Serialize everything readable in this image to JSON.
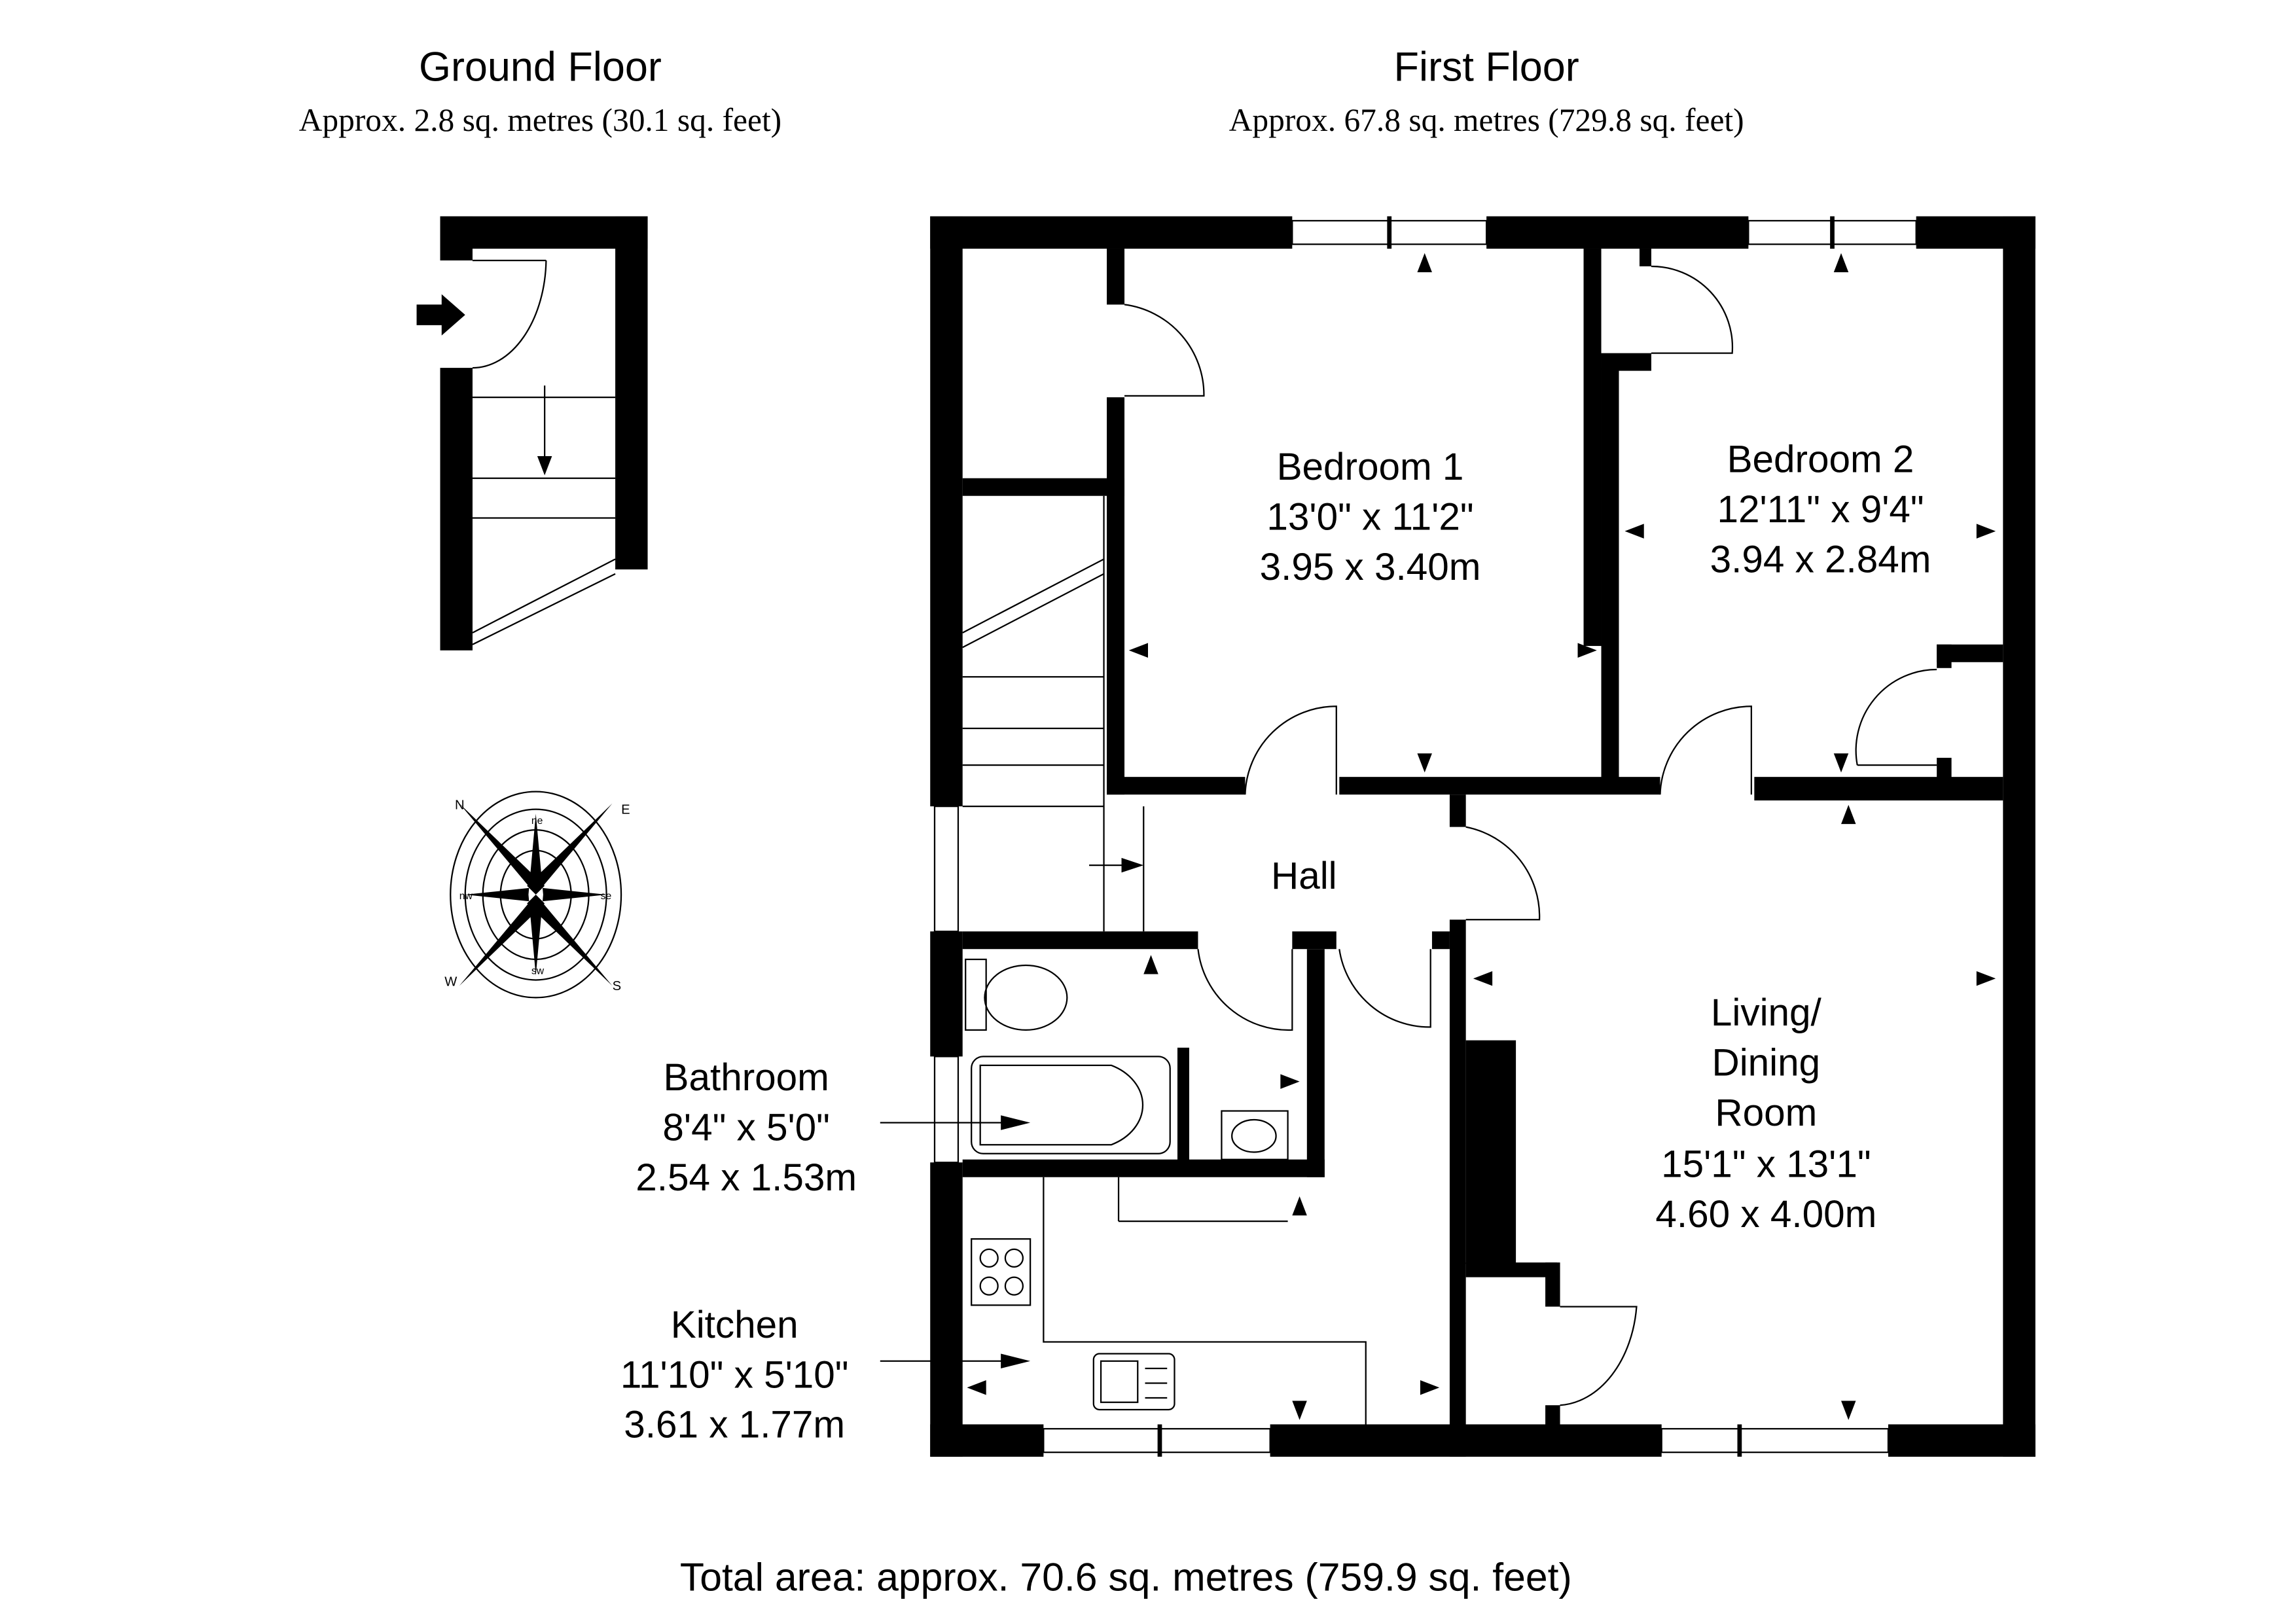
{
  "ground_floor": {
    "title": "Ground Floor",
    "area": "Approx. 2.8 sq. metres (30.1 sq. feet)"
  },
  "first_floor": {
    "title": "First Floor",
    "area": "Approx. 67.8 sq. metres (729.8 sq. feet)"
  },
  "rooms": {
    "bedroom1": {
      "name": "Bedroom 1",
      "imperial": "13'0\" x 11'2\"",
      "metric": "3.95 x 3.40m"
    },
    "bedroom2": {
      "name": "Bedroom 2",
      "imperial": "12'11\" x 9'4\"",
      "metric": "3.94 x 2.84m"
    },
    "hall": {
      "name": "Hall"
    },
    "living": {
      "name_lines": [
        "Living/",
        "Dining",
        "Room"
      ],
      "imperial": "15'1\" x 13'1\"",
      "metric": "4.60 x 4.00m"
    },
    "bathroom": {
      "name": "Bathroom",
      "imperial": "8'4\" x 5'0\"",
      "metric": "2.54 x 1.53m"
    },
    "kitchen": {
      "name": "Kitchen",
      "imperial": "11'10\" x 5'10\"",
      "metric": "3.61 x 1.77m"
    }
  },
  "compass": {
    "labels": [
      "N",
      "E",
      "S",
      "W",
      "ne",
      "se",
      "sw",
      "nw"
    ]
  },
  "total_area": "Total area: approx. 70.6 sq. metres (759.9 sq. feet)"
}
